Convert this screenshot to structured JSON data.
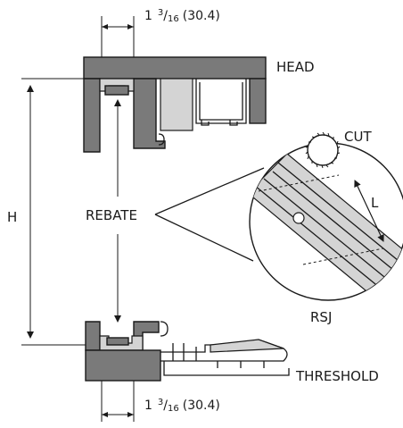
{
  "labels": {
    "head": "HEAD",
    "cut": "CUT",
    "length": "L",
    "height": "H",
    "rebate": "REBATE",
    "rsj": "RSJ",
    "threshold": "THRESHOLD"
  },
  "dimensions": {
    "top": {
      "whole": "1",
      "num": "3",
      "sep": "/",
      "den": "16",
      "metric": "(30.4)"
    },
    "bottom": {
      "whole": "1",
      "num": "3",
      "sep": "/",
      "den": "16",
      "metric": "(30.4)"
    }
  }
}
